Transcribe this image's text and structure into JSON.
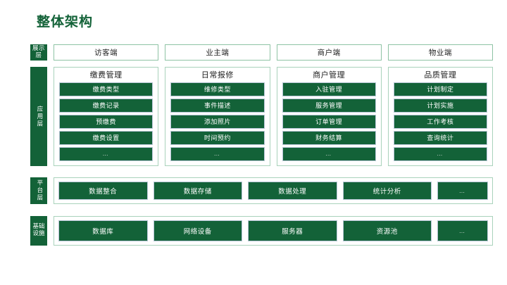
{
  "slide": {
    "title": "整体架构",
    "accent_color": "#136238",
    "chip_border_color": "#b7c6d6",
    "card_border_color": "#a9d2bb",
    "background_color": "#ffffff"
  },
  "presentation_layer": {
    "label": "展示层",
    "boxes": [
      {
        "label": "访客端"
      },
      {
        "label": "业主端"
      },
      {
        "label": "商户端"
      },
      {
        "label": "物业端"
      }
    ]
  },
  "application_layer": {
    "label": "应用层",
    "columns": [
      {
        "title": "缴费管理",
        "items": [
          "缴费类型",
          "缴费记录",
          "预缴费",
          "缴费设置",
          "…"
        ]
      },
      {
        "title": "日常报修",
        "items": [
          "维修类型",
          "事件描述",
          "添加照片",
          "时间预约",
          "…"
        ]
      },
      {
        "title": "商户管理",
        "items": [
          "入驻管理",
          "服务管理",
          "订单管理",
          "财务结算",
          "…"
        ]
      },
      {
        "title": "品质管理",
        "items": [
          "计划制定",
          "计划实施",
          "工作考核",
          "查询统计",
          "…"
        ]
      }
    ]
  },
  "platform_layer": {
    "label": "平台层",
    "chips": [
      "数据整合",
      "数据存储",
      "数据处理",
      "统计分析",
      "…"
    ]
  },
  "infrastructure_layer": {
    "label_line1": "基础",
    "label_line2": "设施",
    "chips": [
      "数据库",
      "网络设备",
      "服务器",
      "资源池",
      "…"
    ]
  }
}
